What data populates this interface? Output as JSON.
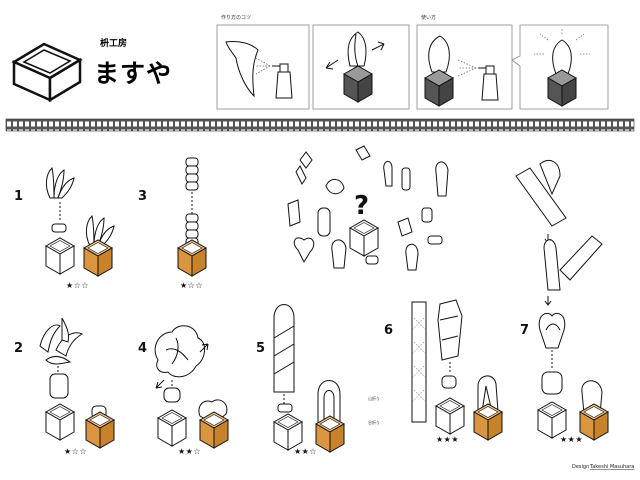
{
  "brand": {
    "small_text": "枡工房",
    "big_text": "ますや"
  },
  "instructions": {
    "panel_left_caption": "作り方のコツ",
    "panel_right_caption": "使い方"
  },
  "steps": [
    {
      "number": "1",
      "rating": "★☆☆"
    },
    {
      "number": "2",
      "rating": "★☆☆"
    },
    {
      "number": "3",
      "rating": "★☆☆"
    },
    {
      "number": "4",
      "rating": "★★☆"
    },
    {
      "number": "5",
      "rating": "★★☆"
    },
    {
      "number": "6",
      "rating": "★★★"
    },
    {
      "number": "7",
      "rating": "★★★"
    }
  ],
  "center": {
    "mystery_mark": "?"
  },
  "fold_labels": {
    "mountain": "山折り",
    "valley": "谷折り"
  },
  "credit": {
    "prefix": "Design",
    "name": "Takeshi Masuhara"
  },
  "colors": {
    "box_wood": "#d9953f",
    "box_dark": "#666666",
    "ink": "#111111"
  }
}
